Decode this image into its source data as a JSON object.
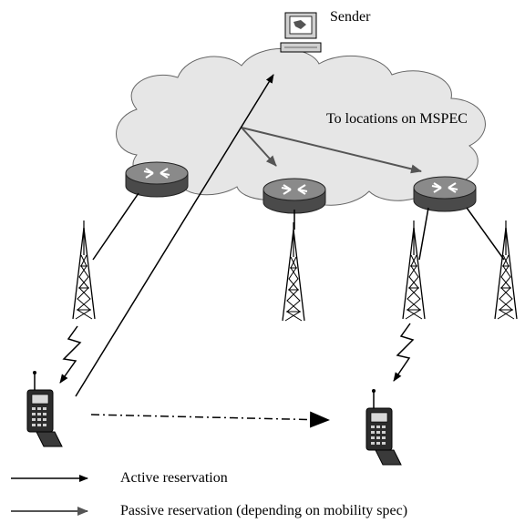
{
  "labels": {
    "sender": "Sender",
    "to_locations": "To locations on MSPEC"
  },
  "legend": {
    "active": "Active reservation",
    "passive": "Passive reservation (depending on mobility spec)"
  },
  "colors": {
    "cloud_fill": "#e6e6e6",
    "router_top": "#8a8a8a",
    "router_side": "#4a4a4a",
    "passive_arrow": "#555555",
    "active_arrow": "#000000"
  }
}
